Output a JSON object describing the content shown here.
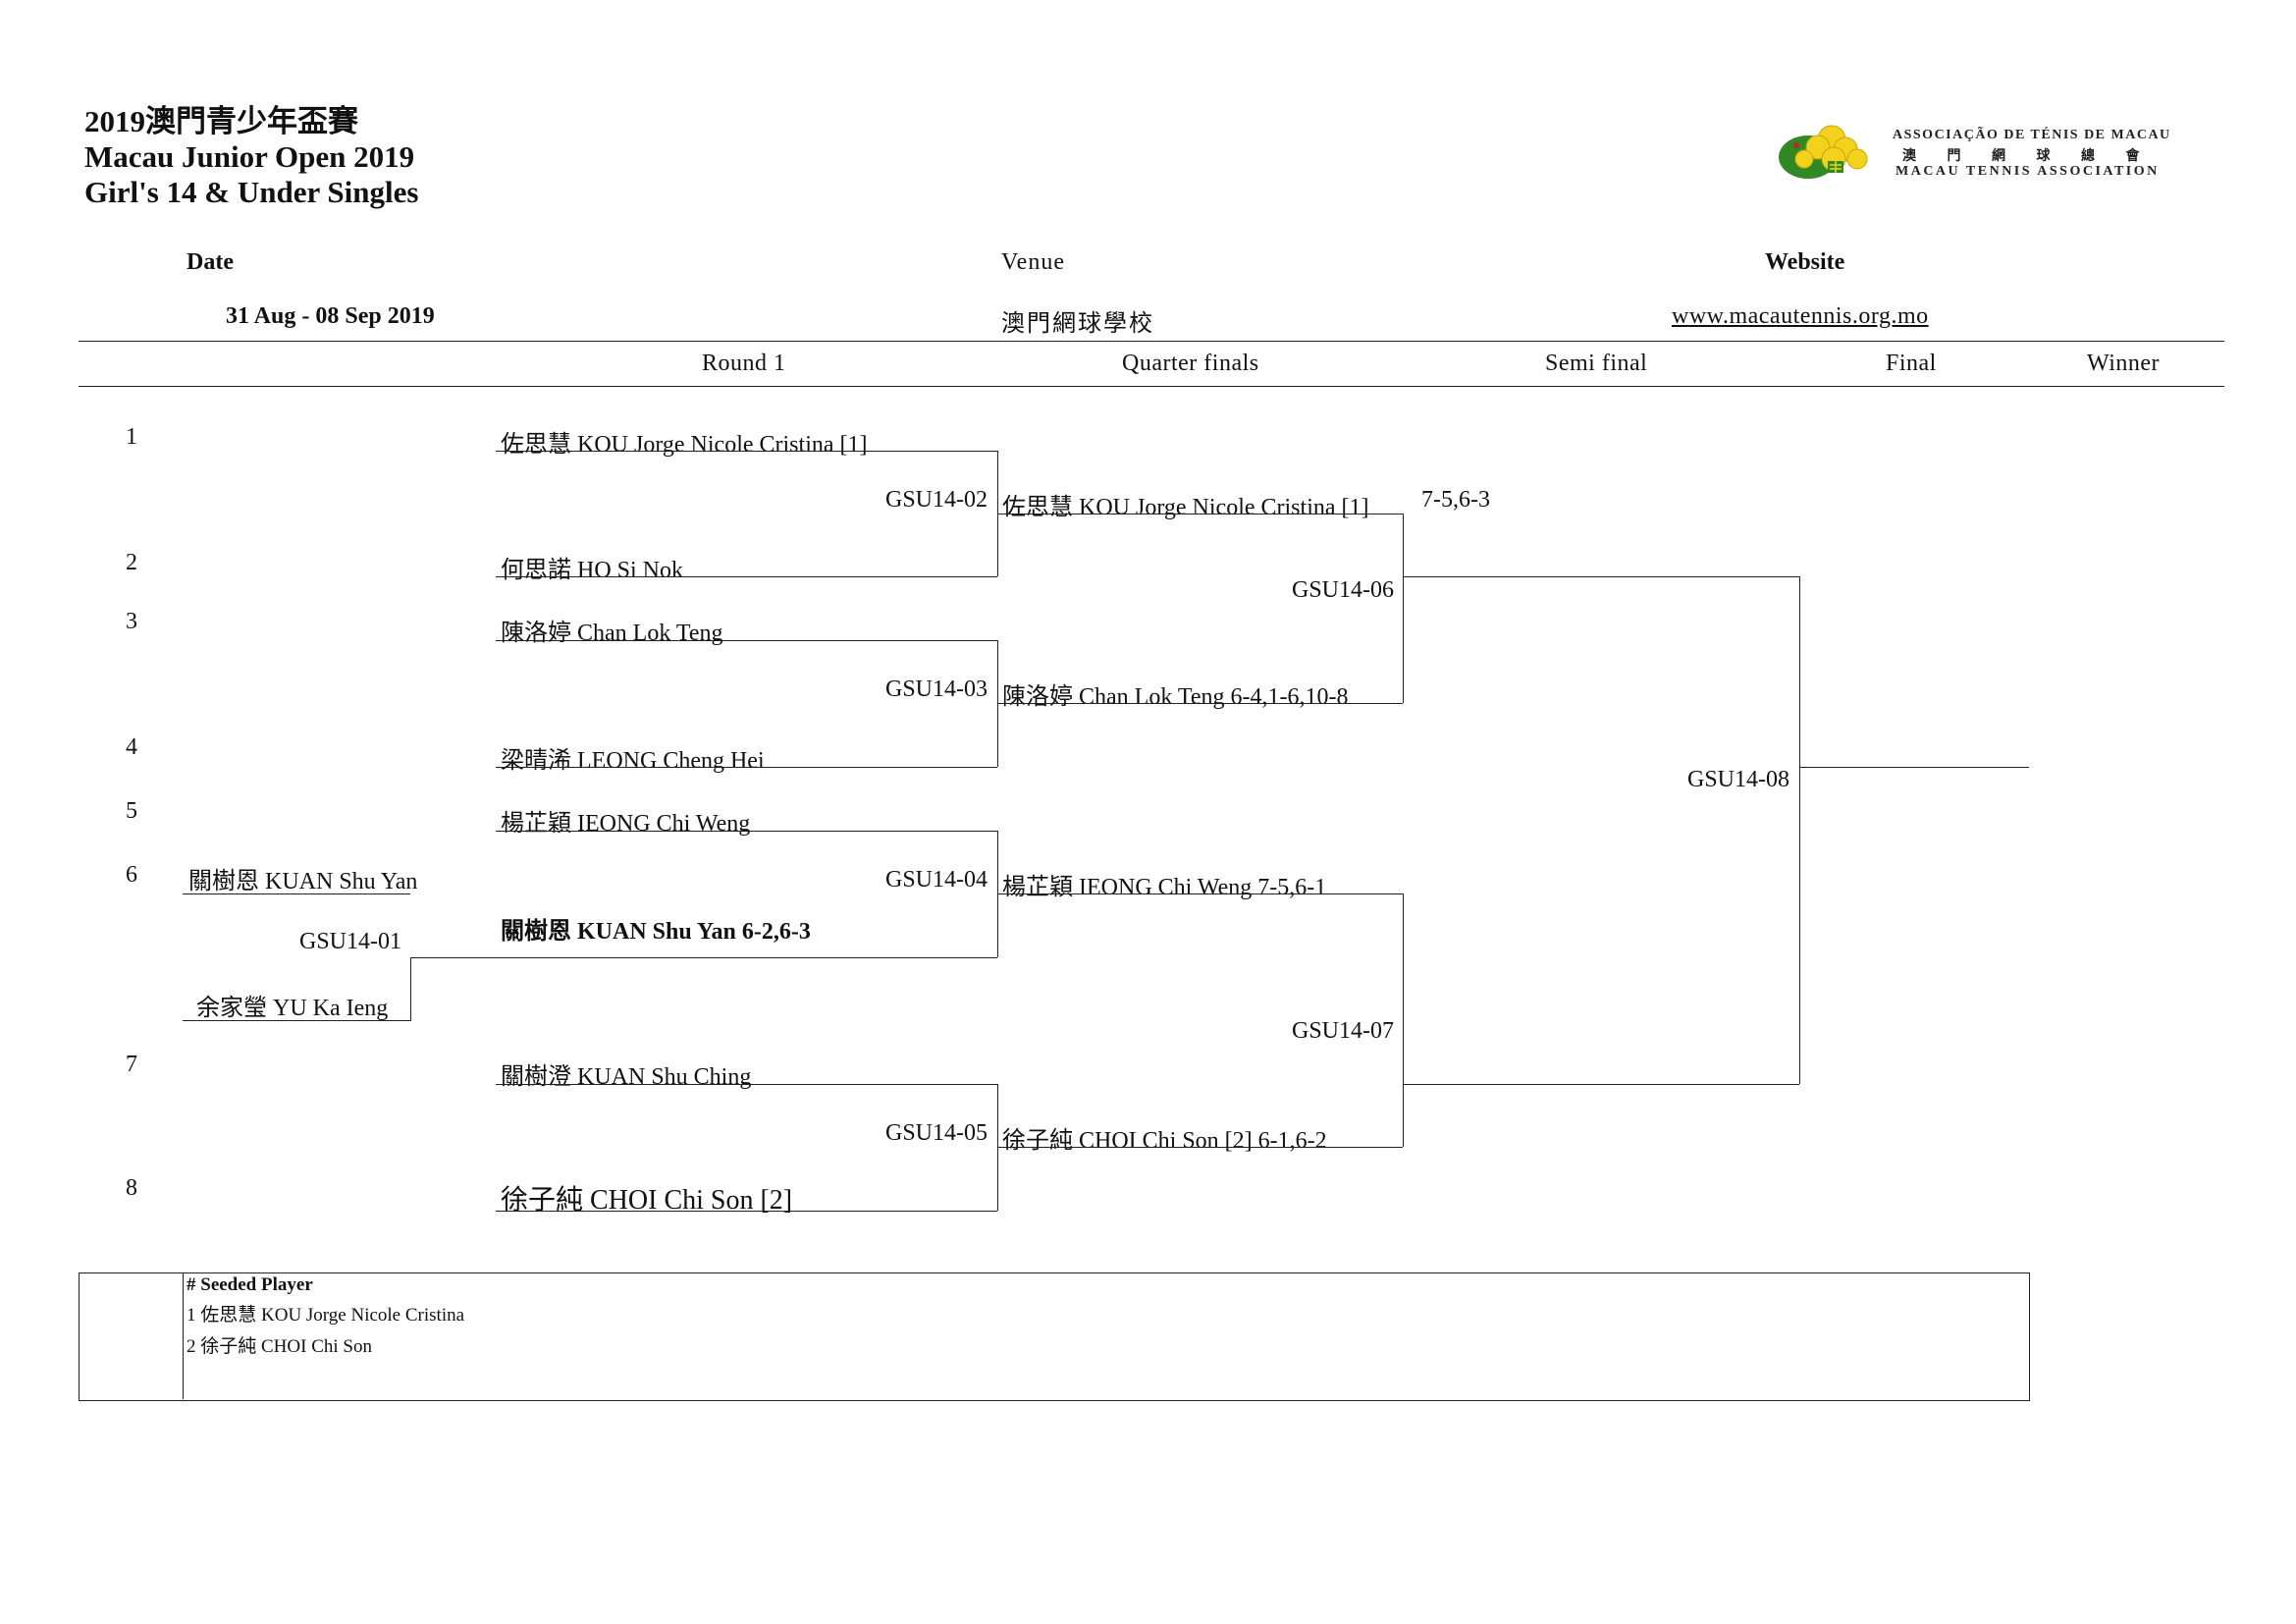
{
  "title": {
    "line1": "2019澳門青少年盃賽",
    "line2": "Macau Junior Open 2019",
    "line3": "Girl's 14 & Under Singles"
  },
  "logo": {
    "name_pt": "ASSOCIAÇÃO DE TÉNIS DE MACAU",
    "name_zh": "澳 門 網 球 總 會",
    "name_en": "MACAU TENNIS ASSOCIATION",
    "icon": "tennis-ball-flower-logo",
    "colors": {
      "yellow": "#f2d21b",
      "green": "#2f8a22",
      "red": "#c8232a"
    }
  },
  "info": {
    "date_label": "Date",
    "date_value": "31 Aug - 08 Sep 2019",
    "venue_label": "Venue",
    "venue_value": "澳門網球學校",
    "website_label": "Website",
    "website_value": "www.macautennis.org.mo"
  },
  "columns": [
    "Round 1",
    "Quarter finals",
    "Semi final",
    "Final",
    "Winner"
  ],
  "draw_numbers": [
    "1",
    "2",
    "3",
    "4",
    "5",
    "6",
    "7",
    "8"
  ],
  "prelim": {
    "player_a": "關樹恩  KUAN Shu Yan",
    "player_b": "余家瑩  YU Ka Ieng",
    "match_id": "GSU14-01"
  },
  "round1": [
    "佐思慧 KOU Jorge Nicole Cristina [1]",
    "何思諾  HO Si Nok",
    "陳洛婷  Chan Lok Teng",
    "梁晴浠  LEONG Cheng Hei",
    "楊芷穎  IEONG Chi Weng",
    "關樹恩  KUAN Shu Yan 6-2,6-3",
    "關樹澄  KUAN Shu Ching",
    "徐子純  CHOI Chi Son [2]"
  ],
  "qf_match_ids": [
    "GSU14-02",
    "GSU14-03",
    "GSU14-04",
    "GSU14-05"
  ],
  "quarterfinals": [
    "佐思慧  KOU Jorge Nicole Cristina  [1]",
    "陳洛婷  Chan Lok Teng 6-4,1-6,10-8",
    "楊芷穎  IEONG Chi Weng 7-5,6-1",
    "徐子純  CHOI Chi Son [2] 6-1,6-2"
  ],
  "qf1_score": "7-5,6-3",
  "sf_match_ids": [
    "GSU14-06",
    "GSU14-07"
  ],
  "final_match_id": "GSU14-08",
  "seeds": {
    "header": "# Seeded Player",
    "list": [
      "1 佐思慧 KOU Jorge Nicole Cristina",
      "2 徐子純 CHOI Chi Son"
    ]
  }
}
